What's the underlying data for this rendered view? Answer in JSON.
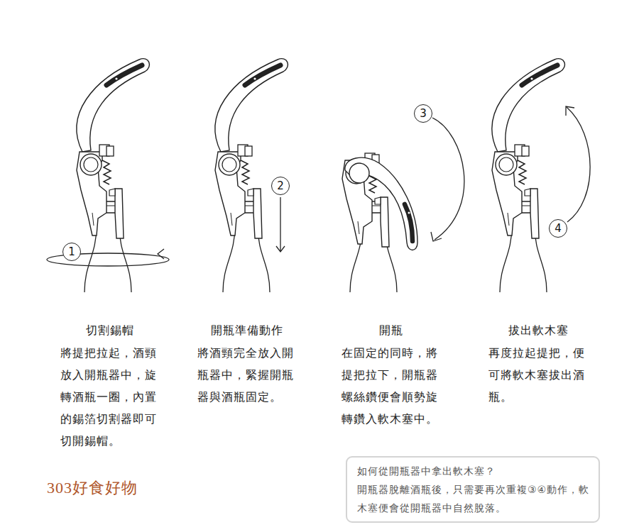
{
  "diagram": {
    "nodes": [
      {
        "text": [
          "1"
        ]
      },
      {
        "text": [
          "2"
        ]
      },
      {
        "text": [
          "3"
        ]
      },
      {
        "text": [
          "4"
        ]
      },
      {
        "text": [
          "如何從開瓶器中拿出軟木塞？",
          "開瓶器脫離酒瓶後，只需要再次重複③④動作，軟木塞便會從開瓶器中自然脫落。"
        ]
      }
    ],
    "edges": [],
    "labels": [
      "切割錫帽",
      "將提把拉起，酒頸放入開瓶器中，旋轉酒瓶一圈，內置的錫箔切割器即可切開錫帽。",
      "開瓶準備動作",
      "將酒頸完全放入開瓶器中，緊握開瓶器與酒瓶固定。",
      "開瓶",
      "在固定的同時，將提把拉下，開瓶器螺絲鑽便會順勢旋轉鑽入軟木塞中。",
      "拔出軟木塞",
      "再度拉起提把，便可將軟木塞拔出酒瓶。",
      "303好食好物"
    ]
  }
}
